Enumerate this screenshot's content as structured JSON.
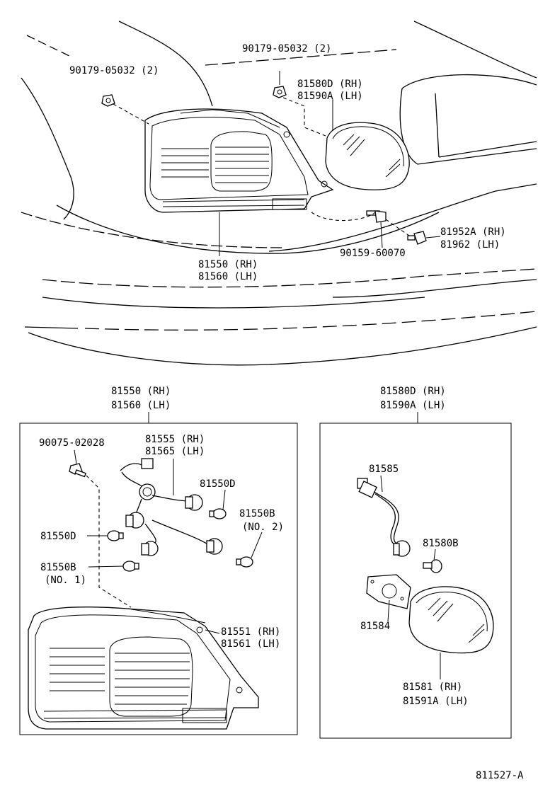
{
  "figure_id": "811527-A",
  "top": {
    "clip_left": {
      "part": "90179-05032",
      "qty": "(2)"
    },
    "clip_right": {
      "part": "90179-05032",
      "qty": "(2)"
    },
    "side_lamp": {
      "line1": "81580D (RH)",
      "line2": "81590A (LH)"
    },
    "rear_lamp": {
      "line1": "81550 (RH)",
      "line2": "81560 (LH)"
    },
    "screw": {
      "part": "90159-60070"
    },
    "plug": {
      "line1": "81952A (RH)",
      "line2": "81962  (LH)"
    }
  },
  "left_panel": {
    "title1": "81550 (RH)",
    "title2": "81560 (LH)",
    "bolt": "90075-02028",
    "socket_wire1": "81555 (RH)",
    "socket_wire2": "81565 (LH)",
    "bulb_d_right": "81550D",
    "bulb_b2_line1": "81550B",
    "bulb_b2_line2": "(NO. 2)",
    "bulb_d_left": "81550D",
    "bulb_b1_line1": "81550B",
    "bulb_b1_line2": "(NO. 1)",
    "lens1": "81551 (RH)",
    "lens2": "81561 (LH)"
  },
  "right_panel": {
    "title1": "81580D (RH)",
    "title2": "81590A (LH)",
    "socket": "81585",
    "bulb": "81580B",
    "gasket": "81584",
    "lens1": "81581  (RH)",
    "lens2": "81591A (LH)"
  }
}
